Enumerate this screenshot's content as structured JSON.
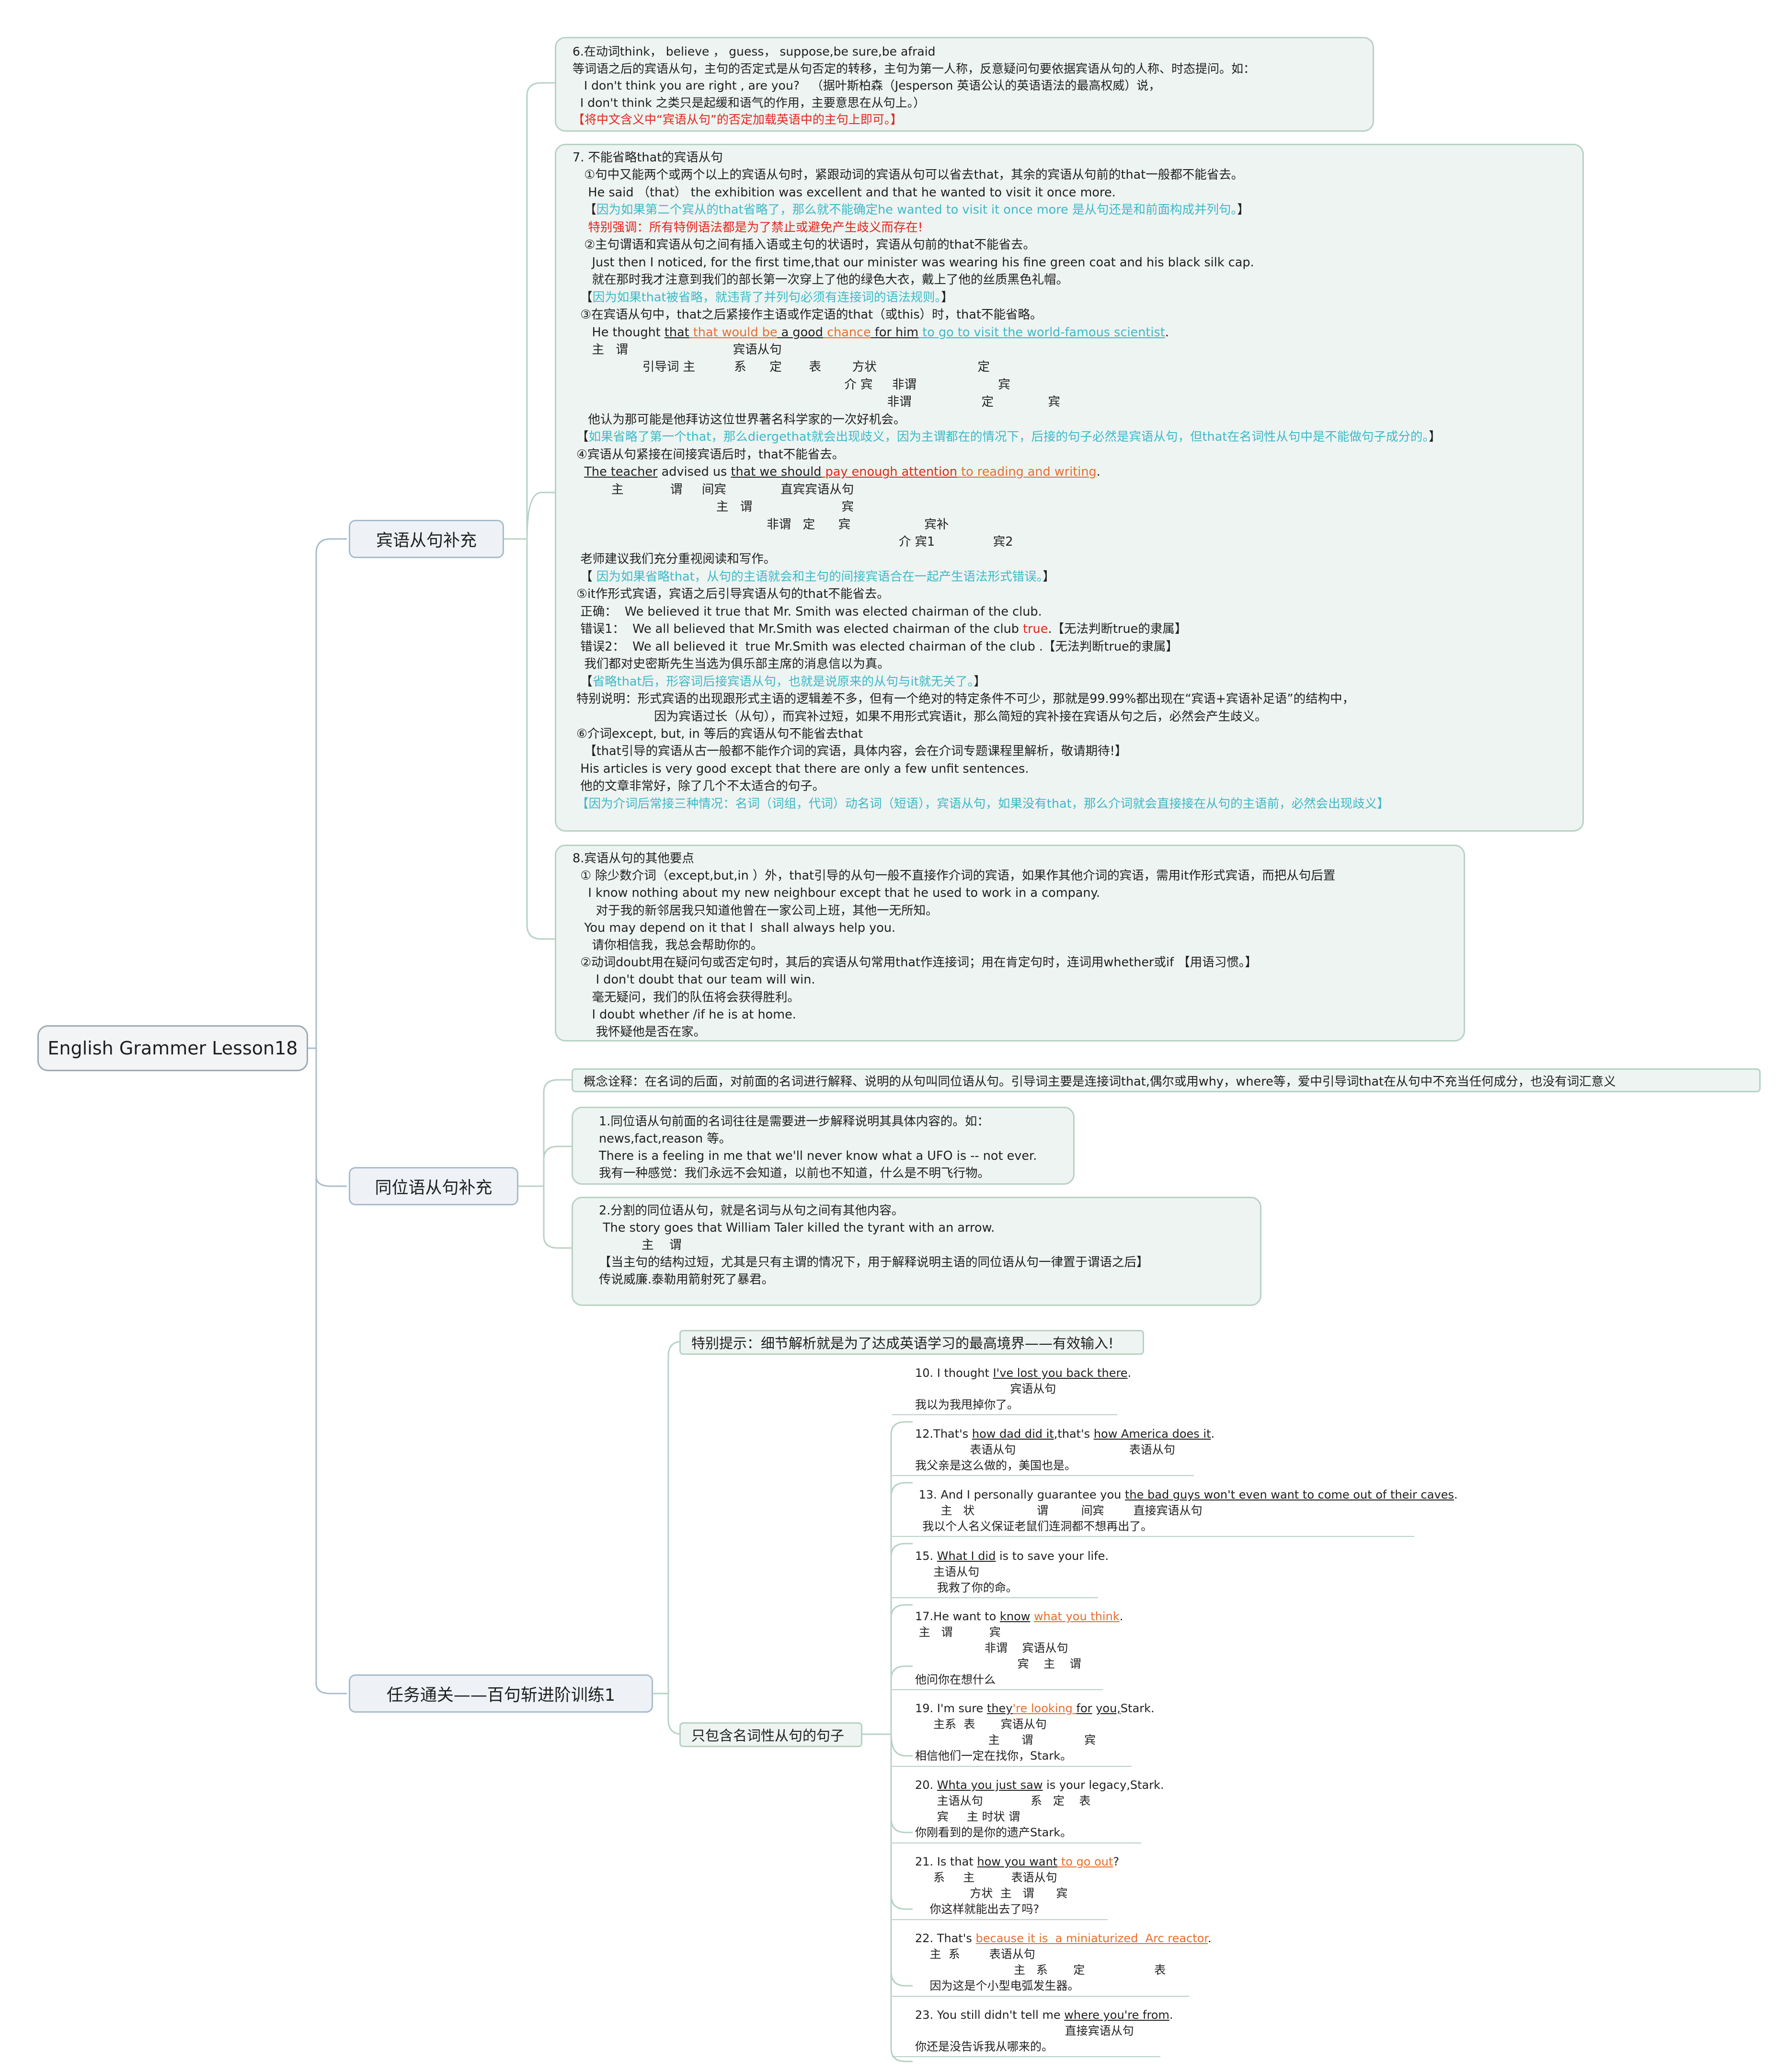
{
  "root": {
    "label": "English Grammer Lesson18"
  },
  "branches": [
    {
      "label": "宾语从句补充"
    },
    {
      "label": "同位语从句补充"
    },
    {
      "label": "任务通关——百句斩进阶训练1"
    }
  ],
  "card6": {
    "lines": [
      "6.在动词think， believe ， guess， suppose,be sure,be afraid",
      "等词语之后的宾语从句，主句的否定式是从句否定的转移，主句为第一人称，反意疑问句要依据宾语从句的人称、时态提问。如：",
      "   I don't think you are right , are you?   （据叶斯柏森（Jesperson 英语公认的英语语法的最高权威）说，",
      "  I don't think 之类只是起缓和语气的作用，主要意思在从句上。）"
    ],
    "note": "【将中文含义中“宾语从句”的否定加载英语中的主句上即可。】"
  },
  "card7": {
    "l01": "7. 不能省略that的宾语从句",
    "l02": "   ①句中又能两个或两个以上的宾语从句时，紧跟动词的宾语从句可以省去that，其余的宾语从句前的that一般都不能省去。",
    "l03": "    He said （that） the exhibition was excellent and that he wanted to visit it once more.",
    "l04a": "   【",
    "l04b": "因为如果第二个宾从的that省略了，那么就不能确定he wanted to visit it once more 是从句还是和前面构成并列句。",
    "l04c": "】",
    "l05": "    特别强调：所有特例语法都是为了禁止或避免产生歧义而存在!",
    "l06": "   ②主句谓语和宾语从句之间有插入语或主句的状语时，宾语从句前的that不能省去。",
    "l07": "     Just then I noticed, for the first time,that our minister was wearing his fine green coat and his black silk cap.",
    "l08": "     就在那时我才注意到我们的部长第一次穿上了他的绿色大衣，戴上了他的丝质黑色礼帽。",
    "l09a": "  【",
    "l09b": "因为如果that被省略，就违背了并列句必须有连接词的语法规则。",
    "l09c": "】",
    "l10": "  ③在宾语从句中，that之后紧接作主语或作定语的that（或this）时，that不能省略。",
    "l11a": "     He thought ",
    "l11b": "that",
    "l11c": " that would be",
    "l11d": " a good",
    "l11e": " chance",
    "l11f": " for him",
    "l11g": " to go to visit the world-famous scientist",
    "l11h": ".",
    "l12": "     主   谓                           宾语从句",
    "l13": "                  引导词 主          系      定       表        方状                          定",
    "l14": "                                                                      介 宾     非谓                     宾",
    "l15": "                                                                                 非谓                  定              宾",
    "l16": "    他认为那可能是他拜访这位世界著名科学家的一次好机会。",
    "l17a": " 【",
    "l17b": "如果省略了第一个that，那么diergethat就会出现歧义，因为主谓都在的情况下，后接的句子必然是宾语从句，但that在名词性从句中是不能做句子成分的。",
    "l17c": "】",
    "l18": " ④宾语从句紧接在间接宾语后时，that不能省去。",
    "l19a": "   ",
    "l19b": "The teacher",
    "l19c": " advised us ",
    "l19d": "that we should",
    "l19e": " pay enough attention",
    "l19f": " to reading and writing",
    "l19g": ".",
    "l20": "          主            谓     间宾              直宾宾语从句",
    "l21": "                                     主   谓                       宾",
    "l22": "                                                  非谓   定      宾                   宾补",
    "l23": "                                                                                    介 宾1               宾2",
    "l24": "  老师建议我们充分重视阅读和写作。",
    "l25a": "  【 ",
    "l25b": "因为如果省略that，从句的主语就会和主句的间接宾语合在一起产生语法形式错误。",
    "l25c": "】",
    "l26": " ⑤it作形式宾语，宾语之后引导宾语从句的that不能省去。",
    "l27": "  正确：  We believed it true that Mr. Smith was elected chairman of the club.",
    "l28a": "  错误1：  We all believed that Mr.Smith was elected chairman of the club ",
    "l28b": "true",
    "l28c": ".【无法判断true的隶属】",
    "l29": "  错误2：  We all believed it  true Mr.Smith was elected chairman of the club .【无法判断true的隶属】",
    "l30": "   我们都对史密斯先生当选为俱乐部主席的消息信以为真。",
    "l31a": "  【",
    "l31b": "省略that后，形容词后接宾语从句，也就是说原来的从句与it就无关了。",
    "l31c": "】",
    "l32": " 特别说明：形式宾语的出现跟形式主语的逻辑差不多，但有一个绝对的特定条件不可少，那就是99.99%都出现在“宾语+宾语补足语”的结构中，",
    "l33": "                     因为宾语过长（从句），而宾补过短，如果不用形式宾语it，那么简短的宾补接在宾语从句之后，必然会产生歧义。",
    "l34": " ⑥介词except, but, in 等后的宾语从句不能省去that",
    "l35": "   【that引导的宾语从古一般都不能作介词的宾语，具体内容，会在介词专题课程里解析，敬请期待!】",
    "l36": "  His articles is very good except that there are only a few unfit sentences.",
    "l37": "  他的文章非常好，除了几个不太适合的句子。",
    "l38": "",
    "l39": " 【因为介词后常接三种情况：名词（词组，代词）动名词（短语），宾语从句，如果没有that，那么介词就会直接接在从句的主语前，必然会出现歧义】"
  },
  "card8": {
    "lines": [
      "8.宾语从句的其他要点",
      "  ① 除少数介词（except,but,in ）外，that引导的从句一般不直接作介词的宾语，如果作其他介词的宾语，需用it作形式宾语，而把从句后置",
      "    I know nothing about my new neighbour except that he used to work in a company.",
      "      对于我的新邻居我只知道他曾在一家公司上班，其他一无所知。",
      "   You may depend on it that I  shall always help you.",
      "     请你相信我，我总会帮助你的。",
      "  ②动词doubt用在疑问句或否定句时，其后的宾语从句常用that作连接词；用在肯定句时，连词用whether或if 【用语习惯。】",
      "      I don't doubt that our team will win.",
      "     毫无疑问，我们的队伍将会获得胜利。",
      "     I doubt whether /if he is at home.",
      "      我怀疑他是否在家。"
    ]
  },
  "appos_def": "概念诠释：在名词的后面，对前面的名词进行解释、说明的从句叫同位语从句。引导词主要是连接词that,偶尔或用why，where等，爱中引导词that在从句中不充当任何成分，也没有词汇意义",
  "appos1": {
    "lines": [
      "1.同位语从句前面的名词往往是需要进一步解释说明其具体内容的。如：",
      "news,fact,reason 等。",
      "There is a feeling in me that we'll never know what a UFO is -- not ever.",
      "我有一种感觉：我们永远不会知道，以前也不知道，什么是不明飞行物。"
    ]
  },
  "appos2": {
    "lines": [
      "2.分割的同位语从句，就是名词与从句之间有其他内容。",
      " The story goes that William Taler killed the tyrant with an arrow.",
      "           主    谓",
      "",
      "【当主句的结构过短，尤其是只有主谓的情况下，用于解释说明主语的同位语从句一律置于谓语之后】",
      "传说威廉.泰勒用箭射死了暴君。"
    ]
  },
  "task": {
    "tip": "特别提示：细节解析就是为了达成英语学习的最高境界——有效输入!",
    "sub": "只包含名词性从句的句子",
    "ex": {
      "e10": {
        "a1": "10. I thought ",
        "a2": "I've lost you back there",
        "a3": ".",
        "b": "                          宾语从句",
        "c": "我以为我甩掉你了。"
      },
      "e12": {
        "a1": "12.That's ",
        "a2": "how dad did it",
        "a3": ",that's ",
        "a4": "how America does it",
        "a5": ".",
        "b": "               表语从句                               表语从句",
        "c": "我父亲是这么做的，美国也是。"
      },
      "e13": {
        "a1": " 13. And I personally guarantee you ",
        "a2": "the bad guys won't even want to come out of their caves",
        "a3": ".",
        "b": "       主   状                 谓         间宾        直接宾语从句",
        "c": "  我以个人名义保证老鼠们连洞都不想再出了。"
      },
      "e15": {
        "a1": "15. ",
        "a2": "What I did",
        "a3": " is to save your life.",
        "b": "     主语从句",
        "c": "      我救了你的命。"
      },
      "e17": {
        "a1": "17.He want to ",
        "a2": "know",
        "a3": " ",
        "a4": "what you think",
        "a5": ".",
        "b": " 主   谓          宾",
        "c": "                   非谓    宾语从句",
        "d": "                            宾    主    谓",
        "e": "他问你在想什么"
      },
      "e19": {
        "a1": "19. I'm sure ",
        "a2": "they",
        "a3": "'re looking ",
        "a4": "for",
        "a5": " ",
        "a6": "you,",
        "a7": "Stark.",
        "b": "     主系  表       宾语从句",
        "c": "                    主      谓              宾",
        "d": "相信他们一定在找你，Stark。"
      },
      "e20": {
        "a1": "20. ",
        "a2": "Whta you just saw",
        "a3": " is your legacy,Stark.",
        "b": "      主语从句             系   定    表",
        "c": "      宾     主 时状 谓",
        "d": "你刚看到的是你的遗产Stark。"
      },
      "e21": {
        "a1": "21. Is that ",
        "a2": "how you want",
        "a3": " to go out",
        "a4": "?",
        "b": "     系     主          表语从句",
        "c": "               方状  主   谓      宾",
        "d": "    你这样就能出去了吗?"
      },
      "e22": {
        "a1": "22. That's ",
        "a2": "because it is ",
        "a3": " a miniaturized ",
        "a4": " Arc reactor",
        "a5": ".",
        "b": "    主  系        表语从句",
        "c": "                           主   系       定                   表",
        "d": "    因为这是个小型电弧发生器。"
      },
      "e23": {
        "a1": "23. You still didn't tell me ",
        "a2": "where you're from",
        "a3": ".",
        "b": "                                         直接宾语从句",
        "c": "你还是没告诉我从哪来的。"
      }
    }
  }
}
